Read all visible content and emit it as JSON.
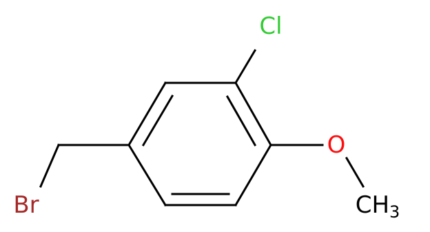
{
  "molecule": {
    "atoms": {
      "cl": {
        "text": "Cl",
        "color": "#33cc33"
      },
      "o": {
        "text": "O",
        "color": "#ff0d0d"
      },
      "ch3": {
        "main": "CH",
        "sub": "3",
        "color": "#000000"
      },
      "br": {
        "text": "Br",
        "color": "#a62929"
      }
    },
    "bond_color": "#000000"
  }
}
